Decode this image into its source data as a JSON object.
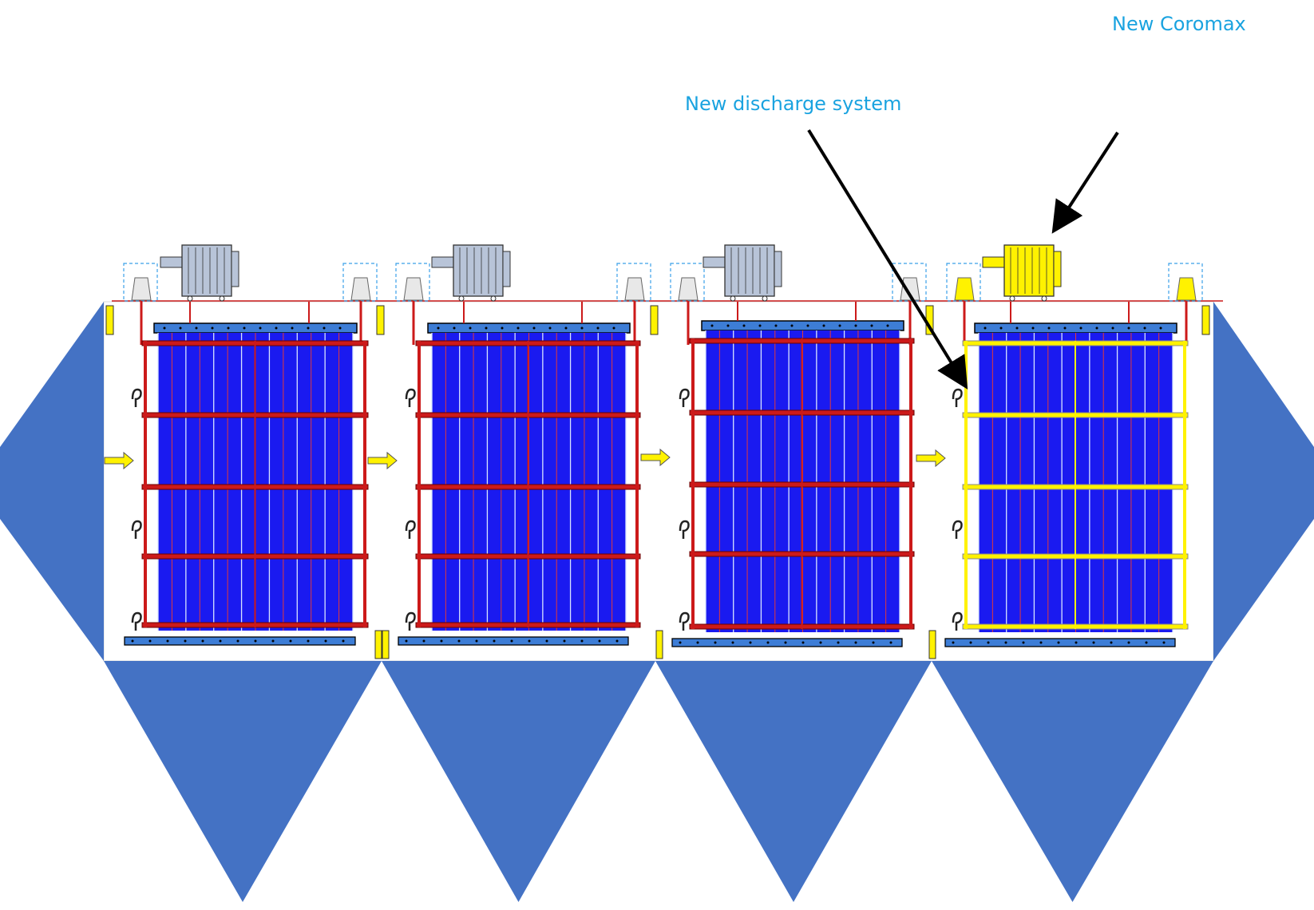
{
  "annotations": {
    "new_coromax": "New Coromax",
    "new_discharge_system": "New discharge system"
  },
  "colors": {
    "hopper_blue": "#4472C4",
    "plate_blue": "#1A1AF0",
    "frame_red": "#CC1A1A",
    "highlight_yellow": "#FFF200",
    "support_blue": "#3D7DD6",
    "motor_gray": "#B8C4D8",
    "annotation_text": "#1AA3E0"
  },
  "fields": [
    {
      "name": "field-1",
      "rapper": "standard",
      "discharge_frame": "standard"
    },
    {
      "name": "field-2",
      "rapper": "standard",
      "discharge_frame": "standard"
    },
    {
      "name": "field-3",
      "rapper": "standard",
      "discharge_frame": "standard"
    },
    {
      "name": "field-4",
      "rapper": "new-coromax",
      "discharge_frame": "new-discharge-system"
    }
  ],
  "icons": [
    "rapper-motor-icon",
    "insulator-icon",
    "flow-arrow-icon",
    "hopper-icon",
    "inlet-cone-icon",
    "outlet-cone-icon"
  ]
}
